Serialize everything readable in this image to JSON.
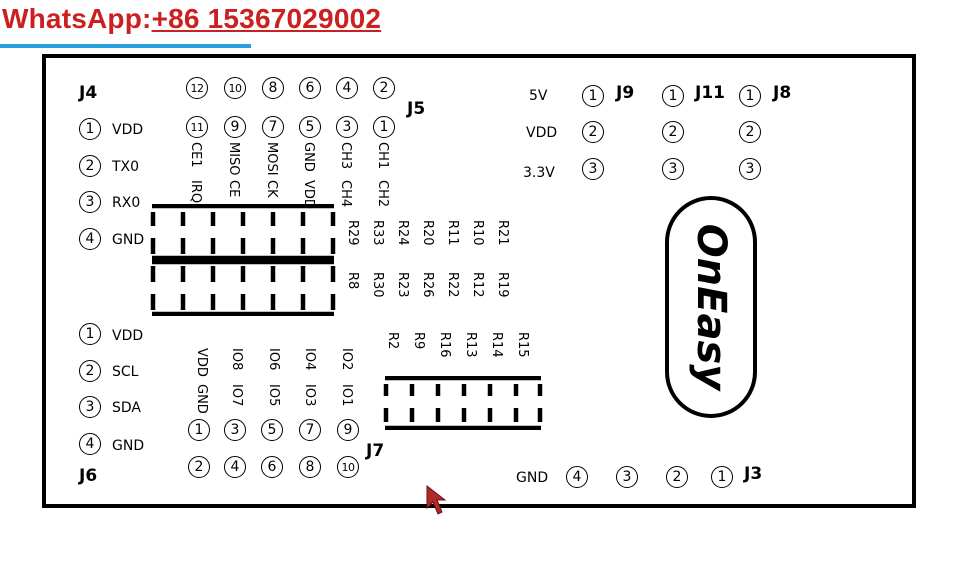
{
  "contact": {
    "prefix": "WhatsApp:",
    "number": "+86 15367029002"
  },
  "logo": {
    "text": "OnEasy"
  },
  "j4": {
    "title": "J4",
    "pins": [
      {
        "num": "1",
        "label": "VDD"
      },
      {
        "num": "2",
        "label": "TX0"
      },
      {
        "num": "3",
        "label": "RX0"
      },
      {
        "num": "4",
        "label": "GND"
      }
    ]
  },
  "j6": {
    "title": "J6",
    "pins": [
      {
        "num": "1",
        "label": "VDD"
      },
      {
        "num": "2",
        "label": "SCL"
      },
      {
        "num": "3",
        "label": "SDA"
      },
      {
        "num": "4",
        "label": "GND"
      }
    ]
  },
  "j5": {
    "title": "J5",
    "top_row": [
      "12",
      "10",
      "8",
      "6",
      "4",
      "2"
    ],
    "bottom_row": [
      "11",
      "9",
      "7",
      "5",
      "3",
      "1"
    ],
    "signals_a": [
      "CE1",
      "MISO",
      "MOSI",
      "GND",
      "CH3",
      "CH1"
    ],
    "signals_b": [
      "IRQ",
      "CE",
      "CK",
      "VDD",
      "CH4",
      "CH2"
    ]
  },
  "resistors_j5": {
    "row1": [
      "R29",
      "R33",
      "R24",
      "R20",
      "R11",
      "R10",
      "R21"
    ],
    "row2": [
      "R8",
      "R30",
      "R23",
      "R26",
      "R22",
      "R12",
      "R19"
    ]
  },
  "j7": {
    "title": "J7",
    "signals_top": [
      "VDD",
      "IO8",
      "IO6",
      "IO4",
      "IO2"
    ],
    "signals_bottom": [
      "GND",
      "IO7",
      "IO5",
      "IO3",
      "IO1"
    ],
    "odd_row": [
      "1",
      "3",
      "5",
      "7",
      "9"
    ],
    "even_row": [
      "2",
      "4",
      "6",
      "8",
      "10"
    ]
  },
  "resistors_j7": [
    "R2",
    "R9",
    "R16",
    "R13",
    "R14",
    "R15"
  ],
  "power": {
    "labels": [
      "5V",
      "VDD",
      "3.3V"
    ],
    "headers": [
      {
        "title": "J9",
        "pins": [
          "1",
          "2",
          "3"
        ]
      },
      {
        "title": "J11",
        "pins": [
          "1",
          "2",
          "3"
        ]
      },
      {
        "title": "J8",
        "pins": [
          "1",
          "2",
          "3"
        ]
      }
    ]
  },
  "j3": {
    "title": "J3",
    "label": "GND",
    "pins": [
      "4",
      "3",
      "2",
      "1"
    ]
  }
}
